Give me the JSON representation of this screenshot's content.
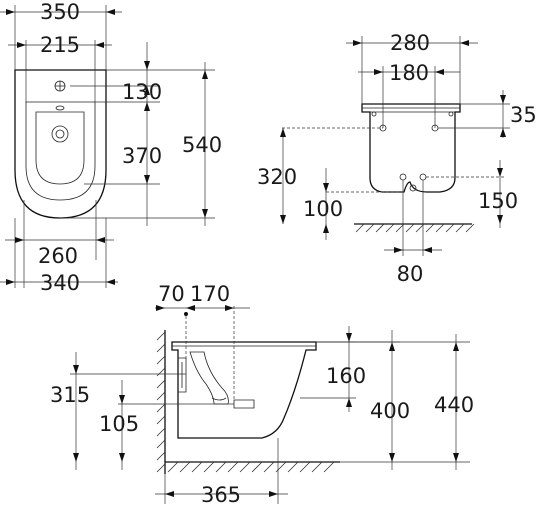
{
  "top_view": {
    "width_overall": "350",
    "width_inner": "215",
    "height_top_tap": "130",
    "height_inner": "370",
    "height_overall": "540",
    "width_base_inner": "260",
    "width_base_outer": "340"
  },
  "rear_view": {
    "width_overall": "280",
    "width_holes": "180",
    "top_offset": "35",
    "height_mount": "320",
    "height_bottom": "100",
    "height_holes": "150",
    "width_bottom": "80"
  },
  "side_view": {
    "offset_tap": "70",
    "offset_drain": "170",
    "height_outlet": "315",
    "height_waste": "105",
    "height_rim_offset": "160",
    "height_body": "400",
    "height_total": "440",
    "depth_total": "365"
  }
}
